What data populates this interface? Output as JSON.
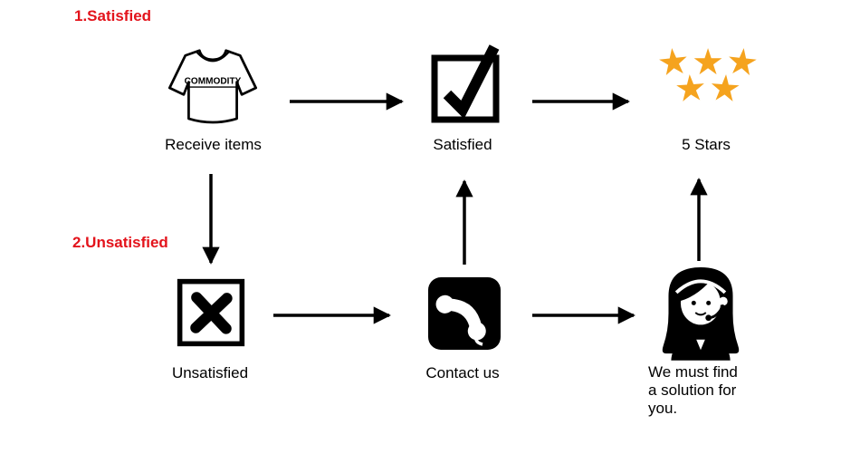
{
  "colors": {
    "red": "#e3131b",
    "star": "#F5A31E",
    "black": "#000000"
  },
  "headers": {
    "satisfied": "1.Satisfied",
    "unsatisfied": "2.Unsatisfied"
  },
  "flow": {
    "receive_items": {
      "label": "Receive items",
      "shirt_text": "COMMODITY"
    },
    "satisfied": {
      "label": "Satisfied"
    },
    "five_stars": {
      "label": "5 Stars"
    },
    "unsatisfied": {
      "label": "Unsatisfied"
    },
    "contact_us": {
      "label": "Contact us"
    },
    "solution": {
      "lines": [
        "We must find",
        "a solution for",
        "you."
      ]
    }
  },
  "icons": {
    "star_glyph": "★",
    "shirt": "commodity-shirt-icon",
    "check": "checked-box-icon",
    "stars": "five-stars-icon",
    "cross": "crossed-box-icon",
    "phone": "phone-handset-icon",
    "agent": "support-agent-icon"
  }
}
